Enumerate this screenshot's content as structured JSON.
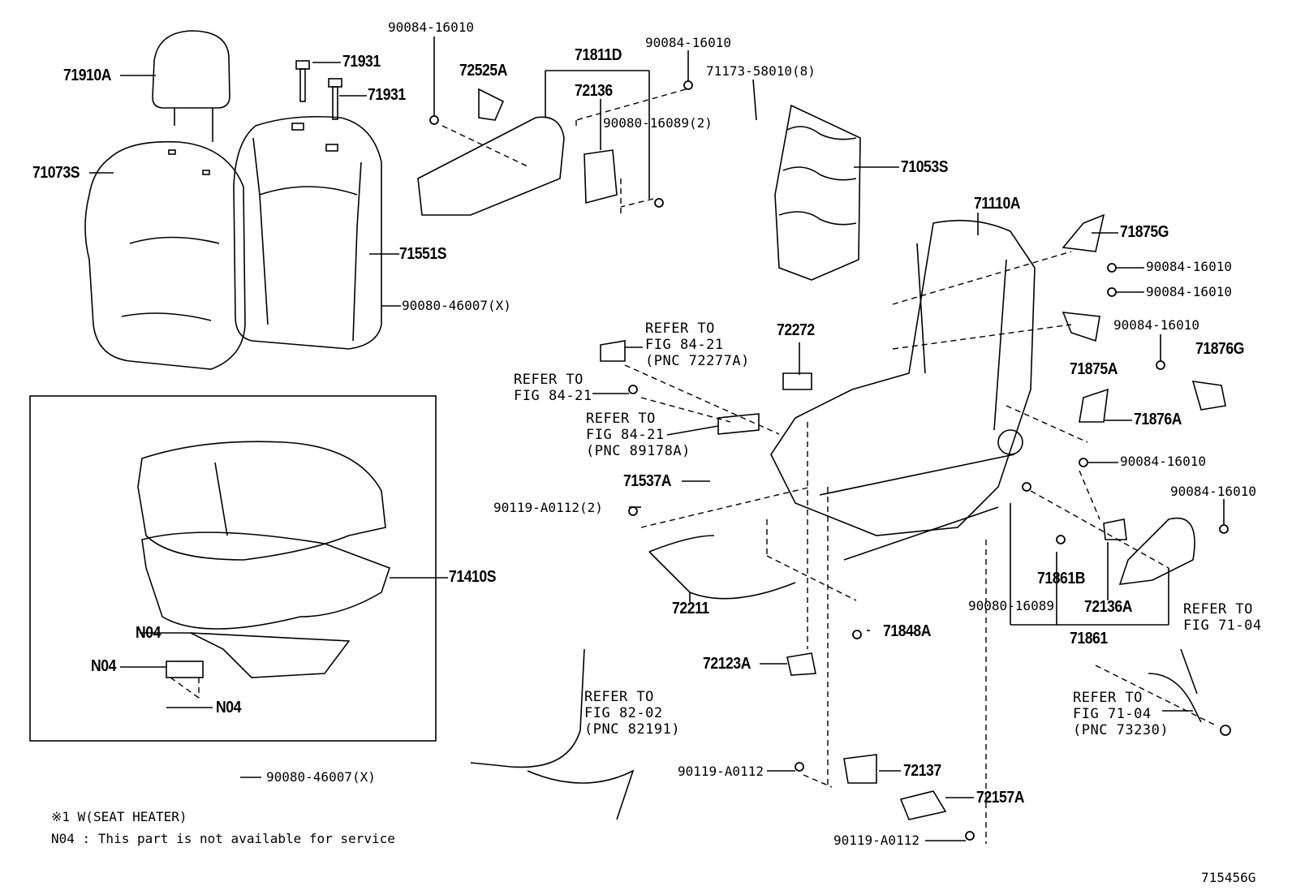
{
  "diagram_id": "715456G",
  "labels": {
    "p71910A": "71910A",
    "p71931a": "71931",
    "p71931b": "71931",
    "p71073S": "71073S",
    "p71551S": "71551S",
    "p90080_46007_top": "90080-46007(X)",
    "p90084_16010_a": "90084-16010",
    "p72525A": "72525A",
    "p71811D": "71811D",
    "p90084_16010_b": "90084-16010",
    "p72136": "72136",
    "p90080_16089_2": "90080-16089(2)",
    "p71173_58010": "71173-58010(8)",
    "p71053S": "71053S",
    "p71110A": "71110A",
    "p71875G": "71875G",
    "p90084_16010_c": "90084-16010",
    "p90084_16010_d": "90084-16010",
    "p90084_16010_e": "90084-16010",
    "p71876G": "71876G",
    "p71875A": "71875A",
    "p71876A": "71876A",
    "p90084_16010_f": "90084-16010",
    "p90084_16010_g": "90084-16010",
    "p72272": "72272",
    "p71537A": "71537A",
    "p90119_A0112_2": "90119-A0112(2)",
    "p72211": "72211",
    "p71410S": "71410S",
    "pN04a": "N04",
    "pN04b": "N04",
    "pN04c": "N04",
    "p71848A": "71848A",
    "p72123A": "72123A",
    "p71861B": "71861B",
    "p90080_16089": "90080-16089",
    "p72136A": "72136A",
    "p71861": "71861",
    "p90119_A0112_a": "90119-A0112",
    "p72137": "72137",
    "p72157A": "72157A",
    "p90119_A0112_b": "90119-A0112",
    "p90080_46007_bot": "90080-46007(X)"
  },
  "refs": {
    "r1": [
      "REFER TO",
      "FIG 84-21",
      "(PNC 72277A)"
    ],
    "r2": [
      "REFER TO",
      "FIG 84-21"
    ],
    "r3": [
      "REFER TO",
      "FIG 84-21",
      "(PNC 89178A)"
    ],
    "r4": [
      "REFER TO",
      "FIG 82-02",
      "(PNC 82191)"
    ],
    "r5": [
      "REFER TO",
      "FIG 71-04"
    ],
    "r6": [
      "REFER TO",
      "FIG 71-04",
      "(PNC 73230)"
    ]
  },
  "notes": {
    "note1": "※1 W(SEAT HEATER)",
    "note2": "N04 : This part is not available for service"
  }
}
